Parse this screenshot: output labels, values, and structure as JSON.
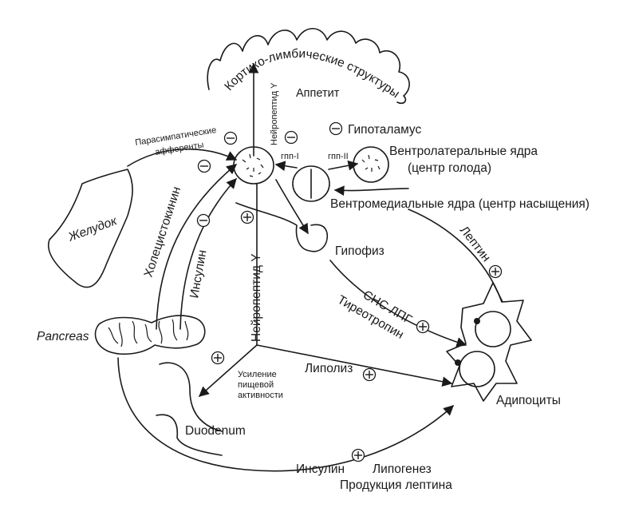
{
  "labels": {
    "cortico_limbic": "Кортико-лимбические структуры",
    "appetite": "Аппетит",
    "neuropeptide_top": "Нейропептид Y",
    "hypothalamus": "Гипоталамус",
    "parasympathetic_line1": "Парасимпатические",
    "parasympathetic_line2": "афференты",
    "gnp1": "гпп-I",
    "gnp2": "гпп-II",
    "ventrolateral_line1": "Вентролатеральные ядра",
    "ventrolateral_line2": "(центр голода)",
    "ventromedial": "Вентромедиальные ядра (центр насыщения)",
    "stomach": "Желудок",
    "cholecystokinin": "Холецистокинин",
    "insulin_left": "Инсулин",
    "neuropeptide_main": "Нейропептид Y",
    "pituitary": "Гипофиз",
    "leptin": "Лептин",
    "sns_lpg": "СНС ЛПГ",
    "thyrotropin": "Тиреотропин",
    "pancreas": "Pancreas",
    "food_activity_line1": "Усиление",
    "food_activity_line2": "пищевой",
    "food_activity_line3": "активности",
    "lipolysis": "Липолиз",
    "adipocytes": "Адипоциты",
    "duodenum": "Duodenum",
    "insulin_bottom": "Инсулин",
    "lipogenesis": "Липогенез",
    "leptin_production": "Продукция лептина"
  }
}
